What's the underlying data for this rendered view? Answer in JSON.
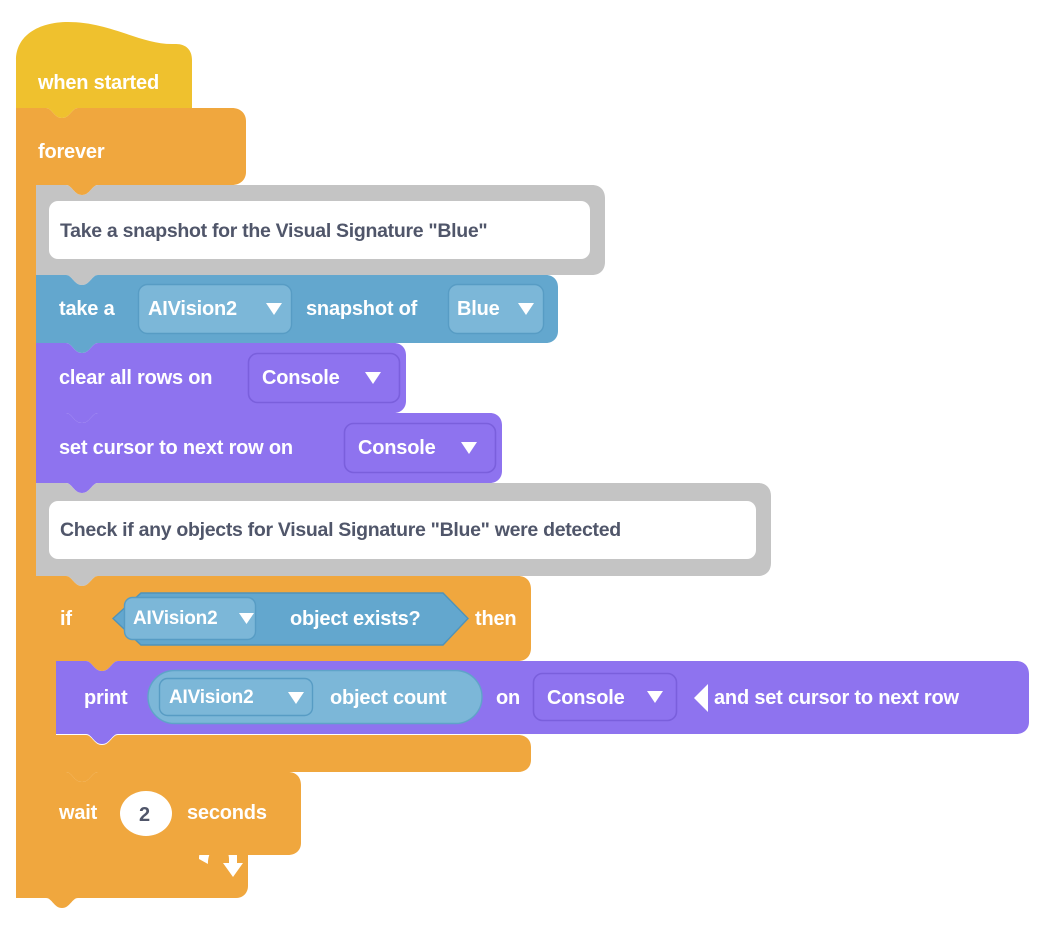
{
  "program": {
    "title": "when started",
    "palette": {
      "event_yellow": "#efc12e",
      "control_orange": "#f0a73e",
      "control_orange_dark": "#d9912f",
      "sensing_blue": "#63a7ce",
      "sensing_blue_light": "#7cb7d8",
      "sensing_blue_dark": "#4f93ba",
      "console_purple": "#8e73ef",
      "console_purple_dark": "#7a5fdc",
      "comment_gray": "#c4c4c4",
      "comment_gray_dark": "#b3b3b3",
      "comment_field_white": "#ffffff",
      "text_light": "#ffffff",
      "text_dark": "#50566a"
    },
    "blocks": [
      {
        "id": "hat",
        "kind": "hat",
        "label": "when started"
      },
      {
        "id": "forever",
        "kind": "c-loop",
        "label": "forever",
        "loop_icon": "loop-arrow-icon"
      },
      {
        "id": "comment-1",
        "kind": "comment",
        "text": "Take a snapshot for the Visual Signature \"Blue\""
      },
      {
        "id": "take-snapshot",
        "kind": "statement",
        "category": "sensing",
        "parts": [
          {
            "type": "text",
            "value": "take a"
          },
          {
            "type": "dropdown",
            "value": "AIVision2",
            "name": "device-dropdown"
          },
          {
            "type": "text",
            "value": "snapshot of"
          },
          {
            "type": "dropdown",
            "value": "Blue",
            "name": "signature-dropdown"
          }
        ]
      },
      {
        "id": "clear-rows",
        "kind": "statement",
        "category": "console",
        "parts": [
          {
            "type": "text",
            "value": "clear all rows on"
          },
          {
            "type": "dropdown",
            "value": "Console",
            "name": "output-dropdown"
          }
        ]
      },
      {
        "id": "set-cursor",
        "kind": "statement",
        "category": "console",
        "parts": [
          {
            "type": "text",
            "value": "set cursor to next row on"
          },
          {
            "type": "dropdown",
            "value": "Console",
            "name": "output-dropdown"
          }
        ]
      },
      {
        "id": "comment-2",
        "kind": "comment",
        "text": "Check if any objects for Visual Signature \"Blue\" were detected"
      },
      {
        "id": "if-then",
        "kind": "c-conditional",
        "parts": [
          {
            "type": "text",
            "value": "if"
          },
          {
            "type": "boolean",
            "name": "object-exists-predicate",
            "parts": [
              {
                "type": "dropdown",
                "value": "AIVision2",
                "name": "device-dropdown"
              },
              {
                "type": "text",
                "value": "object exists?"
              }
            ]
          },
          {
            "type": "text",
            "value": "then"
          }
        ]
      },
      {
        "id": "print",
        "kind": "statement",
        "category": "console",
        "parts": [
          {
            "type": "text",
            "value": "print"
          },
          {
            "type": "reporter",
            "name": "object-count-reporter",
            "parts": [
              {
                "type": "dropdown",
                "value": "AIVision2",
                "name": "device-dropdown"
              },
              {
                "type": "text",
                "value": "object count"
              }
            ]
          },
          {
            "type": "text",
            "value": "on"
          },
          {
            "type": "dropdown",
            "value": "Console",
            "name": "output-dropdown"
          },
          {
            "type": "icon",
            "value": "triangle-left-icon"
          },
          {
            "type": "text",
            "value": "and set cursor to next row"
          }
        ]
      },
      {
        "id": "wait",
        "kind": "statement",
        "category": "control",
        "parts": [
          {
            "type": "text",
            "value": "wait"
          },
          {
            "type": "number",
            "value": "2",
            "name": "seconds-input"
          },
          {
            "type": "text",
            "value": "seconds"
          }
        ]
      }
    ]
  }
}
